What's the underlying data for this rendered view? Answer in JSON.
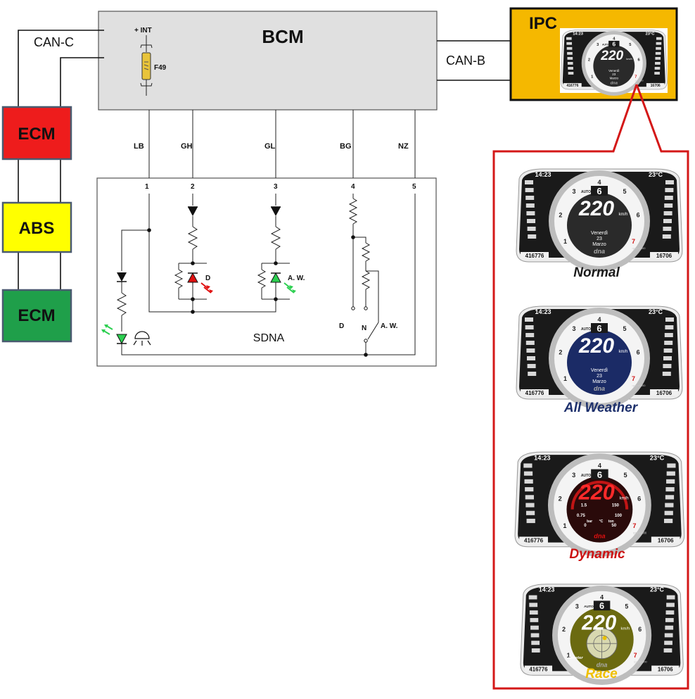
{
  "modules": {
    "bcm": {
      "label": "BCM",
      "color": "#e0e0e0"
    },
    "ipc": {
      "label": "IPC",
      "color": "#f5b800"
    },
    "ecm_top": {
      "label": "ECM",
      "color": "#ee1c1c"
    },
    "abs": {
      "label": "ABS",
      "color": "#ffff00"
    },
    "ecm_bottom": {
      "label": "ECM",
      "color": "#1f9f4a"
    },
    "sdna": {
      "label": "SDNA"
    }
  },
  "buses": {
    "can_c": "CAN-C",
    "can_b": "CAN-B"
  },
  "fuse": {
    "supply": "+ INT",
    "name": "F49"
  },
  "wires": [
    "LB",
    "GH",
    "GL",
    "BG",
    "NZ"
  ],
  "pins": [
    "1",
    "2",
    "3",
    "4",
    "5"
  ],
  "switch_labels": {
    "d": "D",
    "n": "N",
    "aw": "A. W."
  },
  "led_labels": {
    "d": "D",
    "aw": "A. W."
  },
  "cluster": {
    "time": "14:23",
    "temp": "23°C",
    "gear": "6",
    "gear_mode": "AUTO",
    "speed": "220",
    "speed_unit": "km/h",
    "day": "Venerdì",
    "date": "23",
    "month": "Marzo",
    "odometer": "416776",
    "trip": "16706",
    "rpm_unit": "rpm x1000",
    "brand": "dna",
    "gmeter": "Gmeter",
    "dynamic_scale": [
      "1.5",
      "150",
      "0.75",
      "100",
      "0",
      "50"
    ],
    "dynamic_units": [
      "bar",
      "°C",
      "ton"
    ]
  },
  "modes": [
    {
      "label": "Normal",
      "color": "#1a1a1a"
    },
    {
      "label": "All Weather",
      "color": "#1c2f6b"
    },
    {
      "label": "Dynamic",
      "color": "#cc1111"
    },
    {
      "label": "Race",
      "color": "#f0c000"
    }
  ]
}
